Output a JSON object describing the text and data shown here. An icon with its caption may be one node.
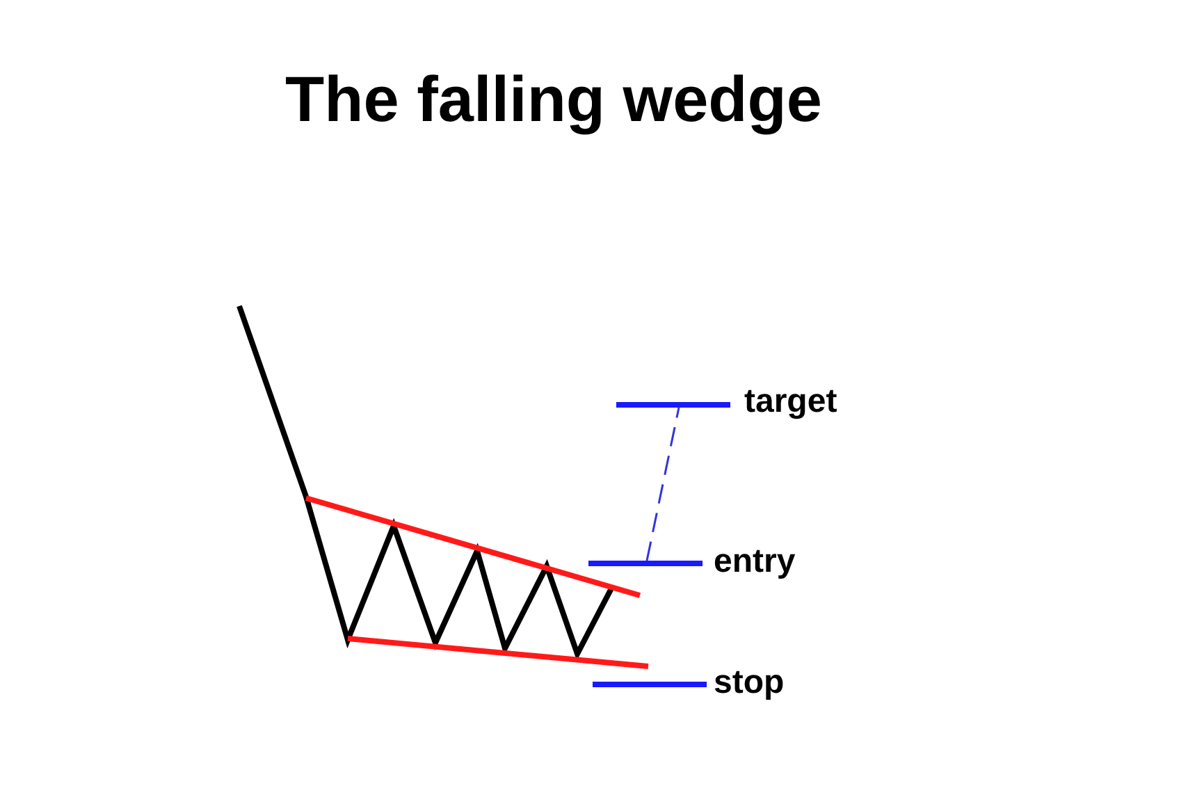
{
  "diagram": {
    "title": "The falling wedge",
    "labels": [
      "target",
      "entry",
      "stop"
    ]
  }
}
